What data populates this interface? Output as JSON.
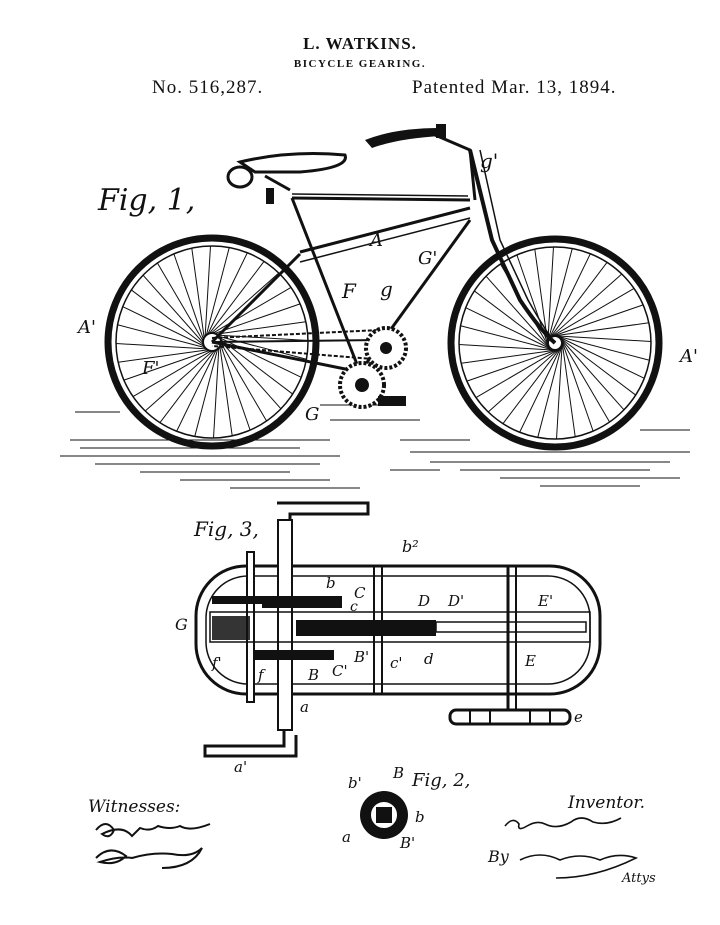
{
  "header": {
    "inventor": "L. WATKINS.",
    "title": "BICYCLE GEARING.",
    "patent_number": "No. 516,287.",
    "patent_date": "Patented Mar. 13, 1894."
  },
  "figures": {
    "fig1": "Fig, 1,",
    "fig2": "Fig, 2,",
    "fig3": "Fig, 3,"
  },
  "labels_fig1": {
    "A": "A",
    "A_prime_left": "A'",
    "A_prime_right": "A'",
    "F": "F",
    "F_prime": "F'",
    "G": "G",
    "G_prime": "G'",
    "g": "g",
    "g_prime": "g'"
  },
  "labels_fig3": {
    "b2": "b²",
    "b": "b",
    "C": "C",
    "c": "c",
    "D": "D",
    "D_prime": "D'",
    "E_prime": "E'",
    "G": "G",
    "f_prime": "f'",
    "f": "f",
    "B": "B",
    "C_prime": "C'",
    "B_prime": "B'",
    "c_prime": "c'",
    "d": "d",
    "E": "E",
    "a": "a",
    "a_prime": "a'",
    "e": "e"
  },
  "labels_fig2": {
    "b_prime": "b'",
    "B": "B",
    "b": "b",
    "a": "a",
    "B_prime": "B'"
  },
  "footer": {
    "witnesses_label": "Witnesses:",
    "inventor_label": "Inventor.",
    "by_label": "By",
    "attys_label": "Attys"
  },
  "colors": {
    "ink": "#111111",
    "paper": "#ffffff"
  }
}
